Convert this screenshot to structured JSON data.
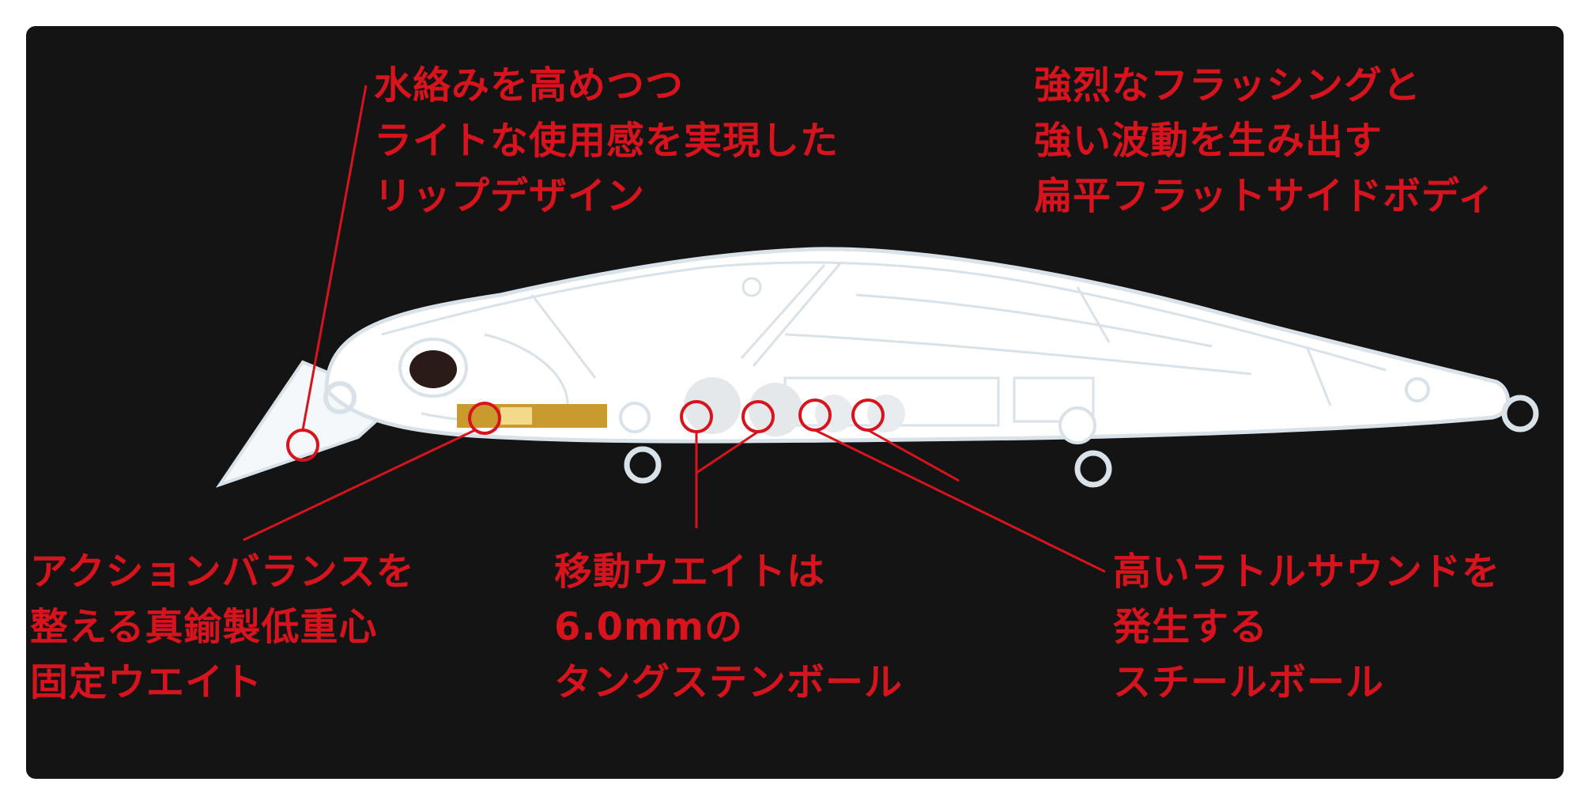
{
  "colors": {
    "background": "#141414",
    "annotation_red": "#d7141d",
    "lure_outline": "#d8e2e8",
    "lure_fill": "#ffffff",
    "brass_weight": "#c99a2e"
  },
  "callouts": {
    "lip": {
      "lines": [
        "水絡みを高めつつ",
        "ライトな使用感を実現した",
        "リップデザイン"
      ]
    },
    "body": {
      "lines": [
        "強烈なフラッシングと",
        "強い波動を生み出す",
        "扁平フラットサイドボディ"
      ]
    },
    "fixed_weight": {
      "lines": [
        "アクションバランスを",
        "整える真鍮製低重心",
        "固定ウエイト"
      ]
    },
    "tungsten": {
      "lines": [
        "移動ウエイトは",
        "6.0mmの",
        "タングステンボール"
      ]
    },
    "steel": {
      "lines": [
        "高いラトルサウンドを",
        "発生する",
        "スチールボール"
      ]
    }
  }
}
